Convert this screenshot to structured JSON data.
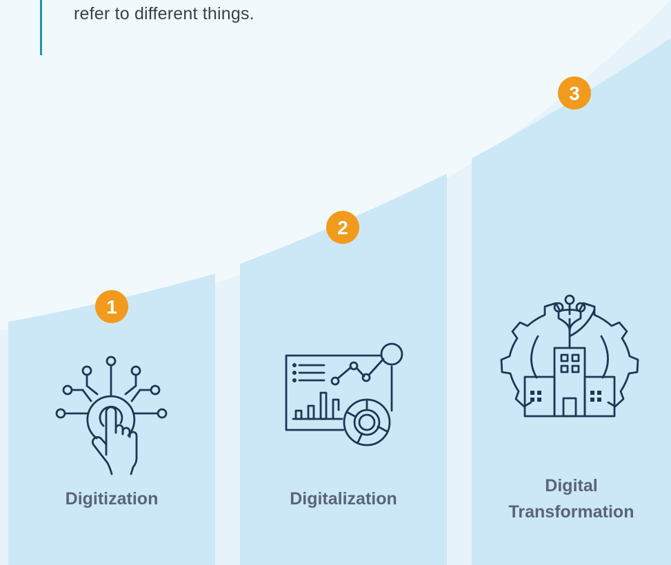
{
  "intro": {
    "text": "refer to different things."
  },
  "steps": [
    {
      "number": "1",
      "label": "Digitization",
      "icon": "touch-network-icon"
    },
    {
      "number": "2",
      "label": "Digitalization",
      "icon": "analytics-dashboard-icon"
    },
    {
      "number": "3",
      "label_lines": [
        "Digital",
        "Transformation"
      ],
      "icon": "gear-building-icon"
    }
  ],
  "colors": {
    "background": "#f2f9fc",
    "panel": "#cce8f7",
    "accent_bar": "#1a98b3",
    "badge": "#f29a1c",
    "icon_stroke": "#1f3654",
    "label_text": "#5a6478"
  }
}
